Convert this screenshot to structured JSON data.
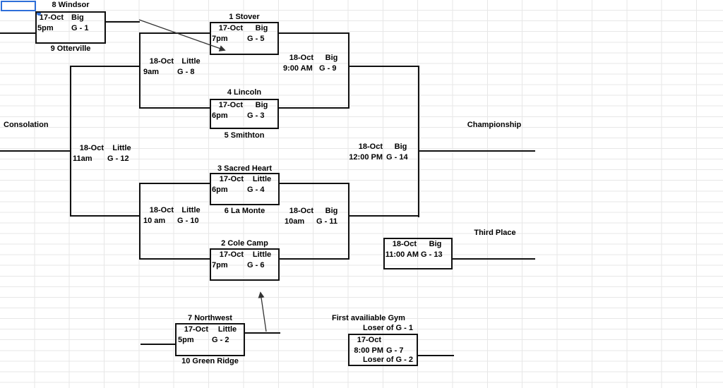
{
  "titles": {
    "consolation": "Consolation",
    "championship": "Championship",
    "third_place": "Third Place",
    "first_available_gym": "First availiable Gym"
  },
  "teams": {
    "s1": "1 Stover",
    "s2": "2 Cole Camp",
    "s3": "3 Sacred Heart",
    "s4": "4 Lincoln",
    "s5": "5 Smithton",
    "s6": "6 La Monte",
    "s7": "7 Northwest",
    "s8": "8 Windsor",
    "s9": "9 Otterville",
    "s10": "10 Green Ridge"
  },
  "games": {
    "g1": {
      "date": "17-Oct",
      "gym": "Big",
      "time": "5pm",
      "id": "G - 1"
    },
    "g2": {
      "date": "17-Oct",
      "gym": "Little",
      "time": "5pm",
      "id": "G - 2"
    },
    "g3": {
      "date": "17-Oct",
      "gym": "Big",
      "time": "6pm",
      "id": "G - 3"
    },
    "g4": {
      "date": "17-Oct",
      "gym": "Little",
      "time": "6pm",
      "id": "G - 4"
    },
    "g5": {
      "date": "17-Oct",
      "gym": "Big",
      "time": "7pm",
      "id": "G - 5"
    },
    "g6": {
      "date": "17-Oct",
      "gym": "Little",
      "time": "7pm",
      "id": "G - 6"
    },
    "g7": {
      "date": "17-Oct",
      "time": "8:00 PM",
      "id": "G - 7",
      "participant_top": "Loser of G - 1",
      "participant_bottom": "Loser of G - 2"
    },
    "g8": {
      "date": "18-Oct",
      "gym": "Little",
      "time": "9am",
      "id": "G - 8"
    },
    "g9": {
      "date": "18-Oct",
      "gym": "Big",
      "time": "9:00 AM",
      "id": "G - 9"
    },
    "g10": {
      "date": "18-Oct",
      "gym": "Little",
      "time": "10 am",
      "id": "G - 10"
    },
    "g11": {
      "date": "18-Oct",
      "gym": "Big",
      "time": "10am",
      "id": "G - 11"
    },
    "g12": {
      "date": "18-Oct",
      "gym": "Little",
      "time": "11am",
      "id": "G - 12"
    },
    "g13": {
      "date": "18-Oct",
      "gym": "Big",
      "time": "11:00 AM",
      "id": "G - 13"
    },
    "g14": {
      "date": "18-Oct",
      "gym": "Big",
      "time": "12:00 PM",
      "id": "G - 14"
    }
  },
  "colors": {
    "selection_blue": "#2e6fd9",
    "bracket_line": "#111111",
    "gridline": "#e7e7e7"
  }
}
